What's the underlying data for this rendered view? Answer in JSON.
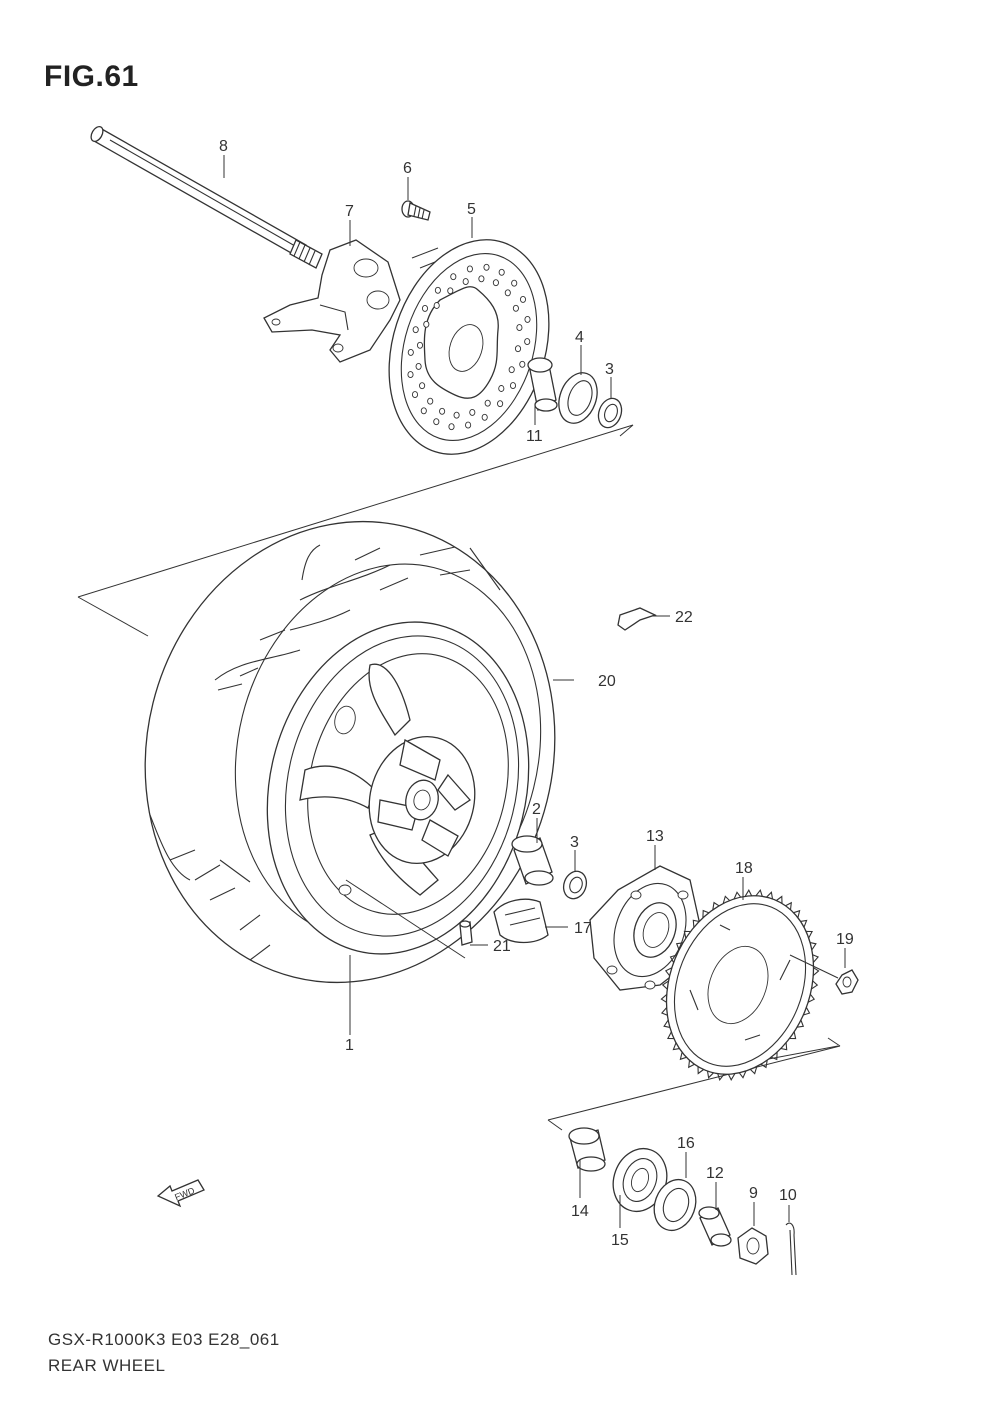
{
  "figure": {
    "title": "FIG.61"
  },
  "footer": {
    "model_code": "GSX-R1000K3 E03 E28_061",
    "section_name": "REAR WHEEL"
  },
  "fwd_label": "FWD",
  "callouts": {
    "c1": "1",
    "c2": "2",
    "c3a": "3",
    "c3b": "3",
    "c4": "4",
    "c5": "5",
    "c6": "6",
    "c7": "7",
    "c8": "8",
    "c9": "9",
    "c10": "10",
    "c11": "11",
    "c12": "12",
    "c13": "13",
    "c14": "14",
    "c15": "15",
    "c16": "16",
    "c17": "17",
    "c18": "18",
    "c19": "19",
    "c20": "20",
    "c21": "21",
    "c22": "22"
  }
}
